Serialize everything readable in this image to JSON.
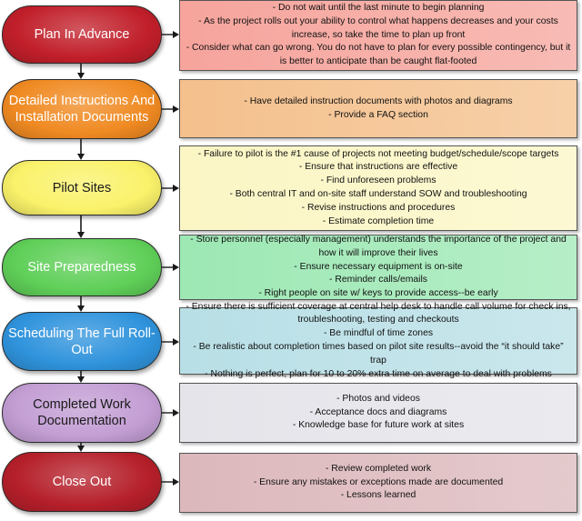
{
  "steps": [
    {
      "title": "Plan In Advance",
      "color": "#c11f2a",
      "box_color": "#f6a49c",
      "points": [
        "- Do not wait until the last minute to begin planning",
        "- As the project rolls out your ability to control what happens decreases and your costs increase, so take the time to plan up front",
        "- Consider what can go wrong. You do not have to plan for every possible contingency, but it is better to anticipate than be caught flat-footed"
      ]
    },
    {
      "title": "Detailed Instructions And Installation Documents",
      "color": "#f08a22",
      "box_color": "#f4c08c",
      "points": [
        "- Have detailed instruction documents with photos and diagrams",
        "- Provide a FAQ section"
      ]
    },
    {
      "title": "Pilot Sites",
      "color": "#faf26a",
      "box_color": "#fbf6c4",
      "points": [
        "- Failure to pilot is the #1 cause of projects not meeting budget/schedule/scope targets",
        "- Ensure that instructions are effective",
        "- Find unforeseen problems",
        "- Both central IT and on-site staff understand SOW and troubleshooting",
        "- Revise instructions and procedures",
        "- Estimate completion time"
      ]
    },
    {
      "title": "Site Preparedness",
      "color": "#5fcf58",
      "box_color": "#9de8b4",
      "points": [
        "- Store personnel (especially management) understands the importance of the project and how it will improve their lives",
        "- Ensure necessary equipment is on-site",
        "- Reminder calls/emails",
        "- Right people on site w/ keys to provide access--be early"
      ]
    },
    {
      "title": "Scheduling The Full Roll-Out",
      "color": "#2f93dc",
      "box_color": "#b8dfe6",
      "points": [
        "- Ensure there is sufficient coverage at central help desk to handle call volume for check ins, troubleshooting, testing and checkouts",
        "- Be mindful of time zones",
        "- Be realistic about completion times based on pilot site results--avoid the “it should take” trap",
        "- Nothing is perfect, plan for 10 to 20% extra time on average to deal with problems"
      ]
    },
    {
      "title": "Completed Work Documentation",
      "color": "#c39ed4",
      "box_color": "#e4e4ea",
      "points": [
        "- Photos and videos",
        "- Acceptance docs and diagrams",
        "- Knowledge base for future work at sites"
      ]
    },
    {
      "title": "Close Out",
      "color": "#b51f2a",
      "box_color": "#dcb8bc",
      "points": [
        "- Review completed work",
        "- Ensure any mistakes or exceptions made are documented",
        "- Lessons learned"
      ]
    }
  ],
  "colors": {
    "outline": "#2a2a2a",
    "connector": "#1a1a1a"
  }
}
